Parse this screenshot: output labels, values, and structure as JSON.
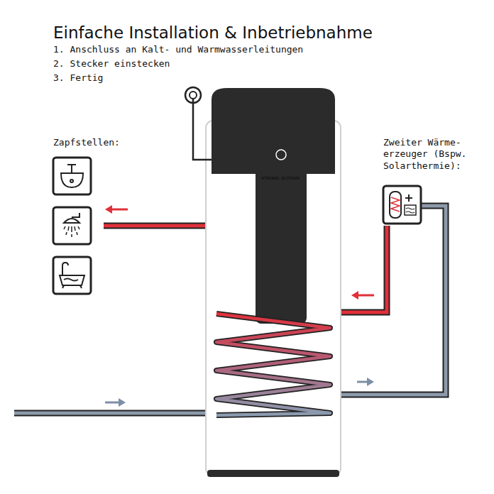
{
  "diagram": {
    "title": "Einfache Installation & Inbetriebnahme",
    "labels": [
      "1. Anschluss an Kalt- und Warmwasserleitungen",
      "2. Stecker einstecken",
      "3. Fertig",
      "Zapfstellen:",
      "Zweiter Wärme- erzeuger (Bspw. Solarthermie):",
      "STIEBEL ELTRON"
    ]
  }
}
